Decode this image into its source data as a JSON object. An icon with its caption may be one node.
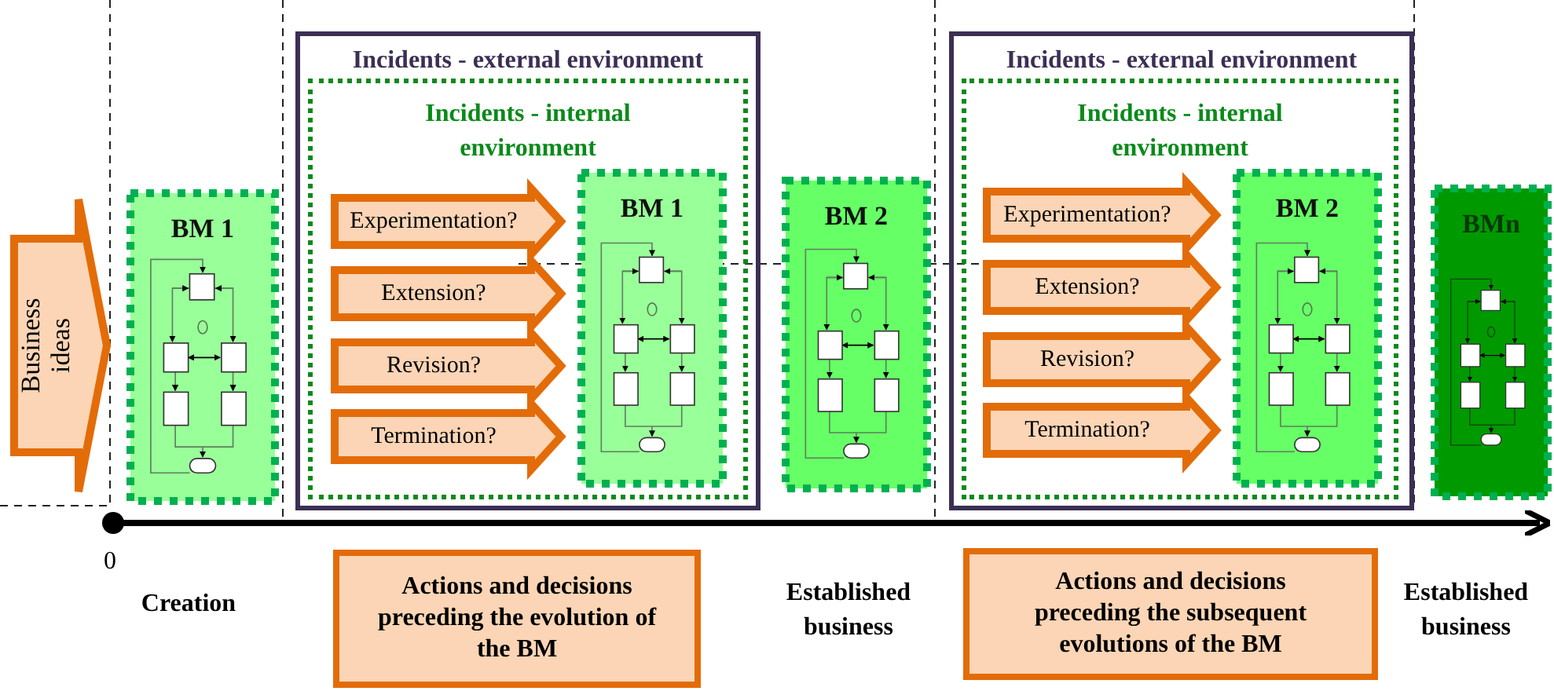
{
  "diagram": {
    "nodes": [
      {
        "text": [
          "Business ideas"
        ]
      },
      {
        "text": [
          "BM 1"
        ]
      },
      {
        "text": [
          "Incidents - external environment"
        ]
      },
      {
        "text": [
          "Incidents - internal environment"
        ],
        "in": 2
      },
      {
        "text": [
          "Experimentation?"
        ],
        "in": 3
      },
      {
        "text": [
          "Extension?"
        ],
        "in": 3
      },
      {
        "text": [
          "Revision?"
        ],
        "in": 3
      },
      {
        "text": [
          "Termination?"
        ],
        "in": 3
      },
      {
        "text": [
          "BM 1"
        ],
        "in": 3
      },
      {
        "text": [
          "BM 2"
        ]
      },
      {
        "text": [
          "Incidents - external environment"
        ]
      },
      {
        "text": [
          "Incidents - internal environment"
        ],
        "in": 10
      },
      {
        "text": [
          "Experimentation?"
        ],
        "in": 11
      },
      {
        "text": [
          "Extension?"
        ],
        "in": 11
      },
      {
        "text": [
          "Revision?"
        ],
        "in": 11
      },
      {
        "text": [
          "Termination?"
        ],
        "in": 11
      },
      {
        "text": [
          "BM 2"
        ],
        "in": 11
      },
      {
        "text": [
          "BMn"
        ]
      },
      {
        "text": [
          "Actions and decisions preceding the evolution of the BM"
        ]
      },
      {
        "text": [
          "Actions and decisions preceding the subsequent evolutions of the BM"
        ]
      }
    ],
    "labels": [
      "0",
      "Creation",
      "Established business",
      "Established business"
    ]
  }
}
